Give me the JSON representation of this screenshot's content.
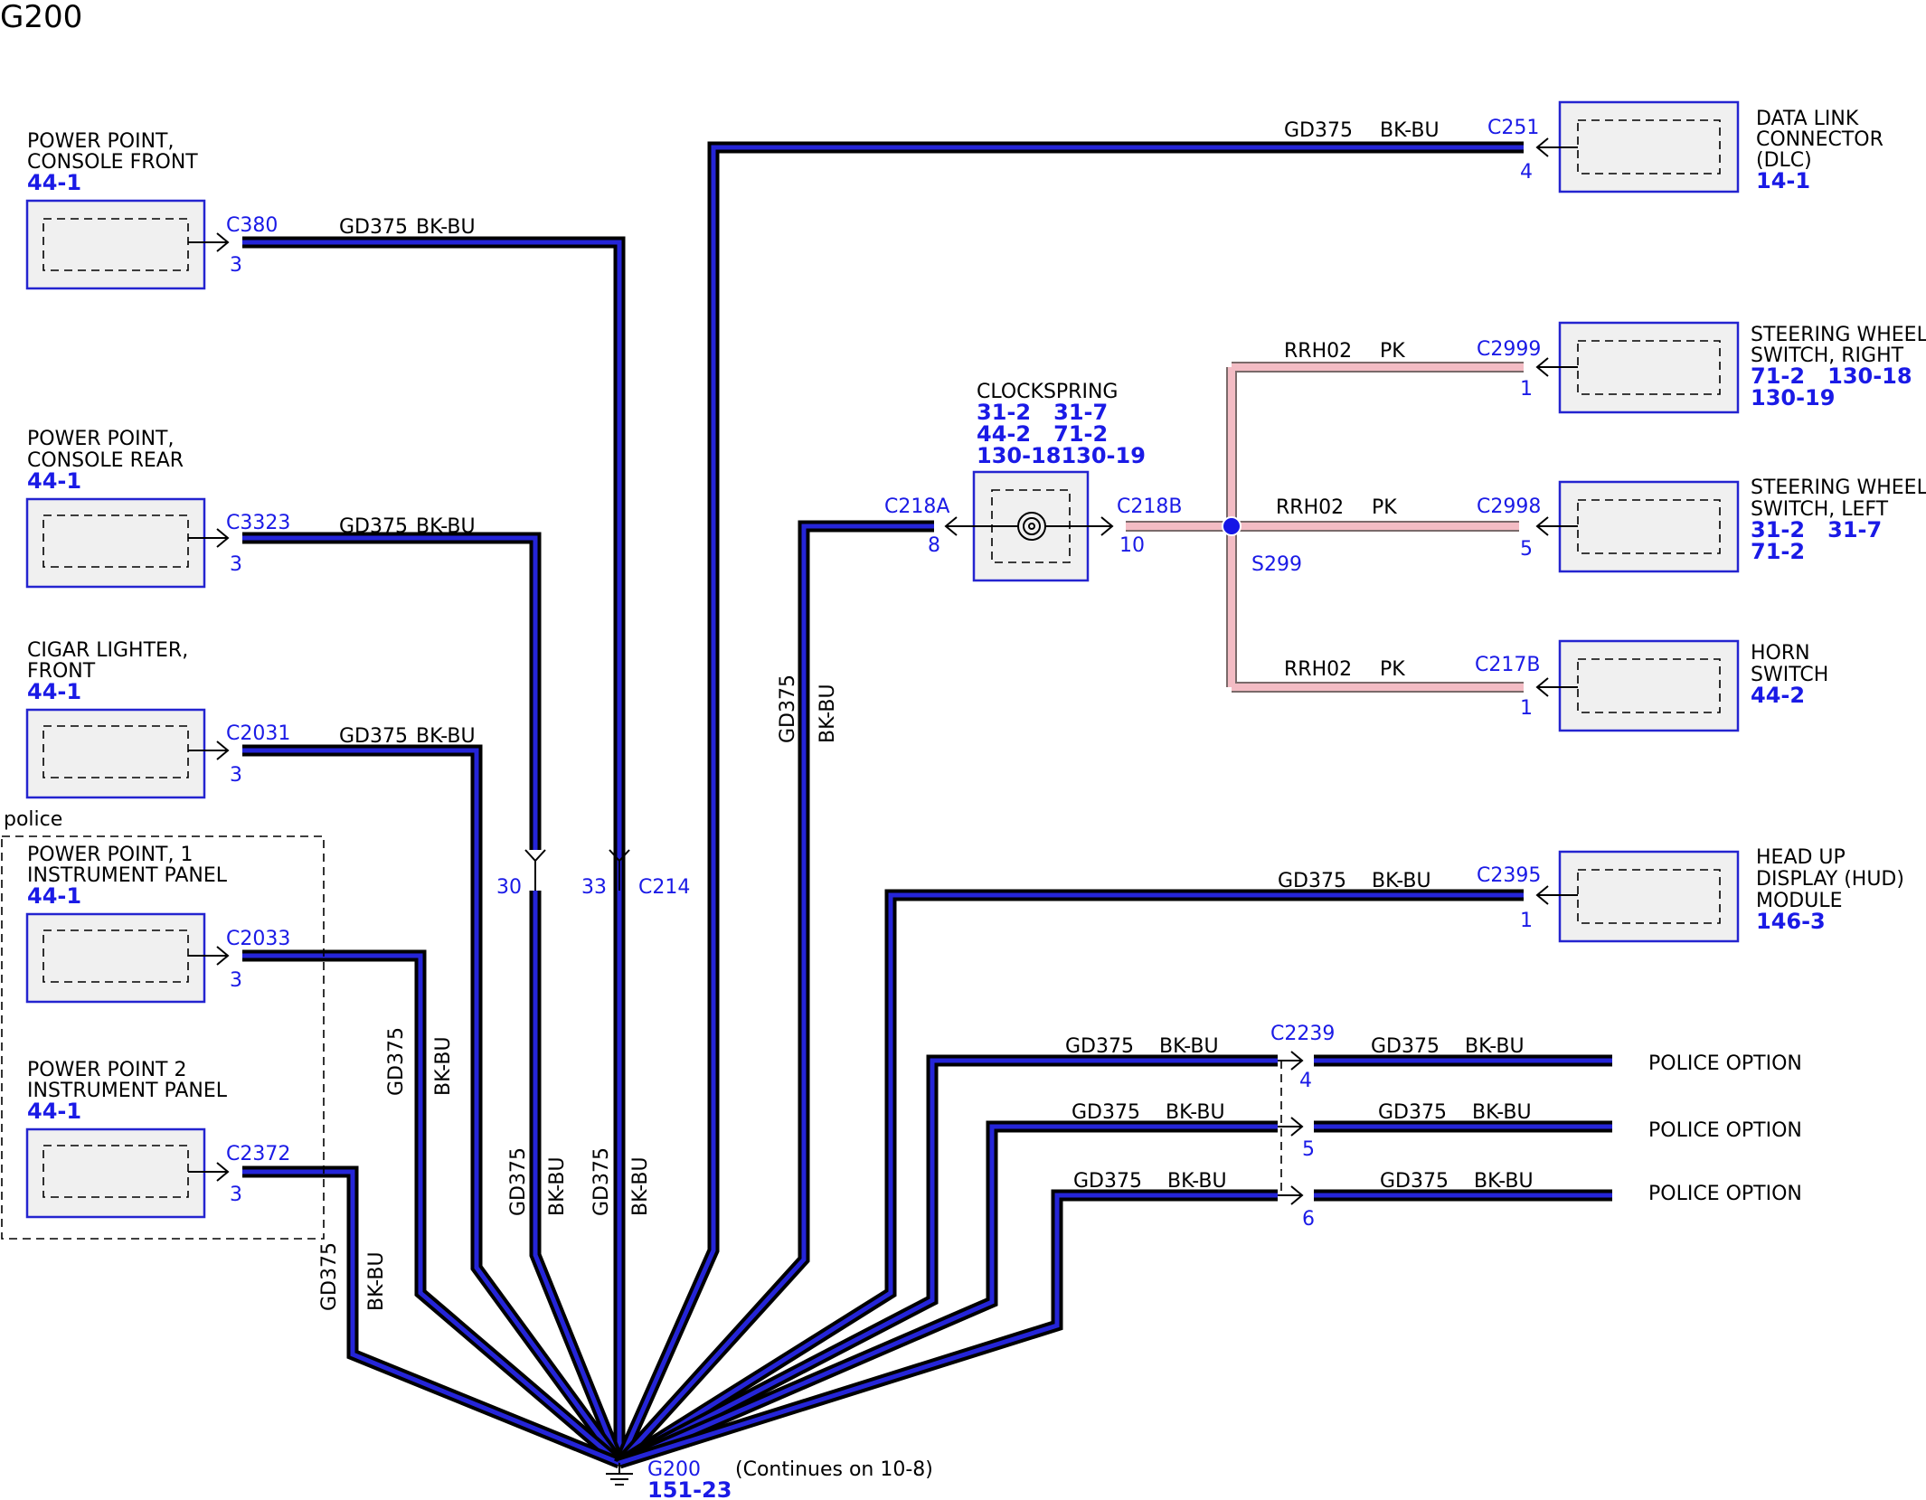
{
  "title": "G200",
  "ground": {
    "id": "G200",
    "ref": "151-23",
    "continues": "(Continues on 10-8)"
  },
  "wire": {
    "circuit": "GD375",
    "color": "BK-BU"
  },
  "pink_wire": {
    "circuit": "RRH02",
    "color": "PK"
  },
  "left_components": [
    {
      "line1": "POWER POINT,",
      "line2": "CONSOLE FRONT",
      "ref": "44-1",
      "connector": "C380",
      "pin": "3"
    },
    {
      "line1": "POWER POINT,",
      "line2": "CONSOLE REAR",
      "ref": "44-1",
      "connector": "C3323",
      "pin": "3"
    },
    {
      "line1": "CIGAR LIGHTER,",
      "line2": "FRONT",
      "ref": "44-1",
      "connector": "C2031",
      "pin": "3"
    },
    {
      "line1": "POWER POINT, 1",
      "line2": "INSTRUMENT PANEL",
      "ref": "44-1",
      "connector": "C2033",
      "pin": "3"
    },
    {
      "line1": "POWER POINT 2",
      "line2": "INSTRUMENT PANEL",
      "ref": "44-1",
      "connector": "C2372",
      "pin": "3"
    }
  ],
  "police_label": "police",
  "c214": {
    "connector": "C214",
    "pin_a": "30",
    "pin_b": "33"
  },
  "right_components": {
    "dlc": {
      "lines": [
        "DATA LINK",
        "CONNECTOR",
        "(DLC)"
      ],
      "refs": [
        "14-1"
      ],
      "connector": "C251",
      "pin": "4"
    },
    "sw_right": {
      "lines": [
        "STEERING WHEEL",
        "SWITCH, RIGHT"
      ],
      "refs": [
        "71-2   130-18",
        "130-19"
      ],
      "connector": "C2999",
      "pin": "1"
    },
    "sw_left": {
      "lines": [
        "STEERING WHEEL",
        "SWITCH, LEFT"
      ],
      "refs": [
        "31-2   31-7",
        "71-2"
      ],
      "connector": "C2998",
      "pin": "5"
    },
    "horn": {
      "lines": [
        "HORN",
        "SWITCH"
      ],
      "refs": [
        "44-2"
      ],
      "connector": "C217B",
      "pin": "1"
    },
    "hud": {
      "lines": [
        "HEAD UP",
        "DISPLAY (HUD)",
        "MODULE"
      ],
      "refs": [
        "146-3"
      ],
      "connector": "C2395",
      "pin": "1"
    }
  },
  "clockspring": {
    "name": "CLOCKSPRING",
    "refs": [
      "31-2   31-7",
      "44-2   71-2",
      "130-18130-19"
    ],
    "conn_left": "C218A",
    "pin_left": "8",
    "conn_right": "C218B",
    "pin_right": "10"
  },
  "splice": "S299",
  "police_options": {
    "connector": "C2239",
    "label": "POLICE OPTION",
    "pins": [
      "4",
      "5",
      "6"
    ]
  },
  "colors": {
    "wire_fill": "#2525d8",
    "wire_outline": "#000000",
    "pink": "#f3bcc4",
    "label_blue": "#1a1ae6"
  }
}
